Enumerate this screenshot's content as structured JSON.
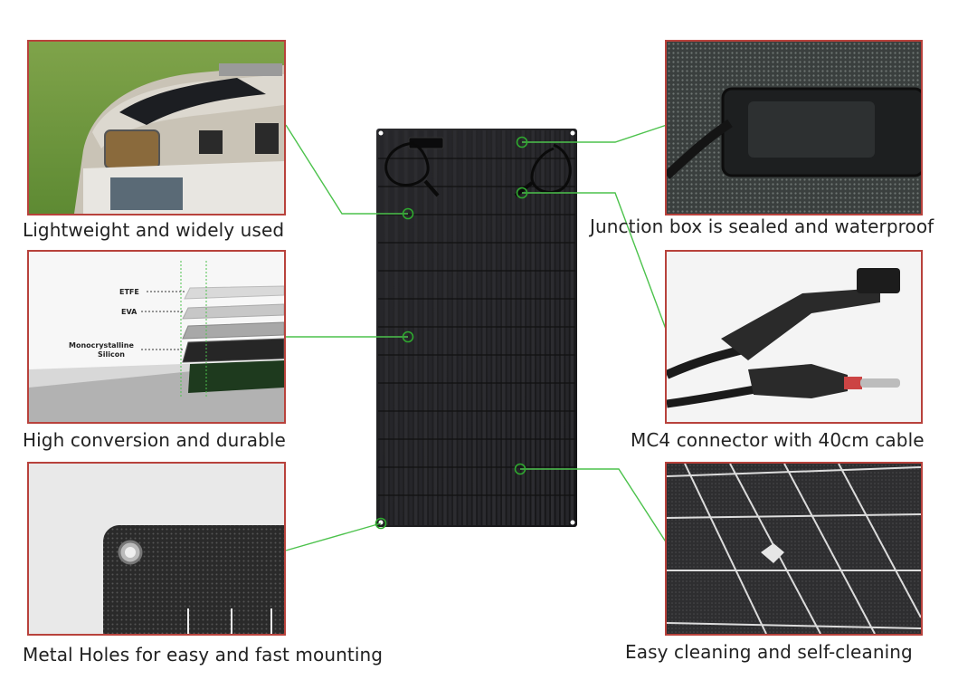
{
  "features": {
    "lightweight": "Lightweight and widely used",
    "conversion": "High conversion and durable",
    "holes": "Metal Holes for easy and fast mounting",
    "junction": "Junction box is sealed and waterproof",
    "mc4": "MC4 connector with 40cm cable",
    "cleaning": "Easy cleaning and self-cleaning"
  },
  "layers": {
    "etfe": "ETFE",
    "eva": "EVA",
    "mono_line1": "Monocrystalline",
    "mono_line2": "Silicon"
  },
  "colors": {
    "frame_border": "#b8423c",
    "connector_line": "#4cc24c",
    "panel": "#1b1b1d"
  }
}
